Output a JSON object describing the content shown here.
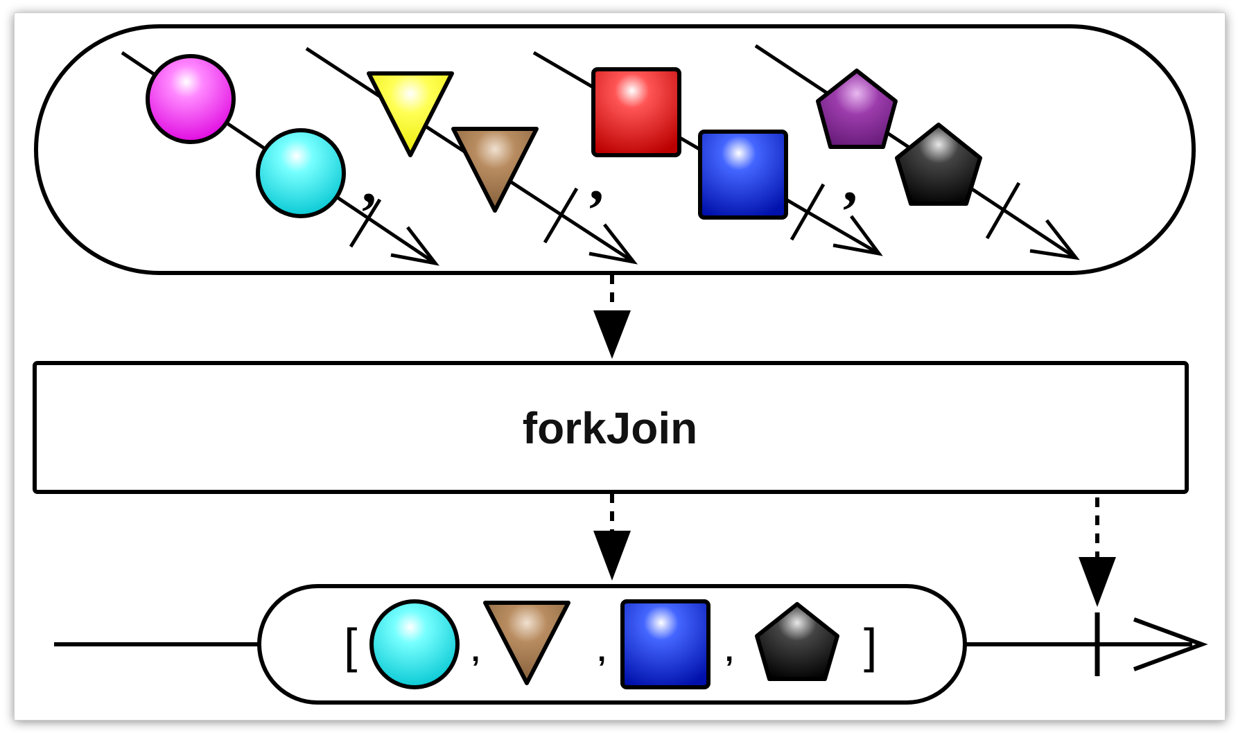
{
  "operator": {
    "name": "forkJoin"
  },
  "separators": {
    "comma": ","
  },
  "brackets": {
    "open": "[",
    "close": "]"
  },
  "colors": {
    "magenta": "#ff33ff",
    "cyan": "#22e6ee",
    "yellow": "#ffff22",
    "brown": "#a07850",
    "red": "#ee1111",
    "blue": "#1a33ee",
    "purple": "#8a2a9a",
    "black": "#222222"
  },
  "input_streams": [
    {
      "shape": "circle",
      "items": [
        "magenta",
        "cyan"
      ]
    },
    {
      "shape": "triangle",
      "items": [
        "yellow",
        "brown"
      ]
    },
    {
      "shape": "square",
      "items": [
        "red",
        "blue"
      ]
    },
    {
      "shape": "pentagon",
      "items": [
        "purple",
        "black"
      ]
    }
  ],
  "output": {
    "items": [
      "cyan-circle",
      "brown-triangle",
      "blue-square",
      "black-pentagon"
    ]
  }
}
